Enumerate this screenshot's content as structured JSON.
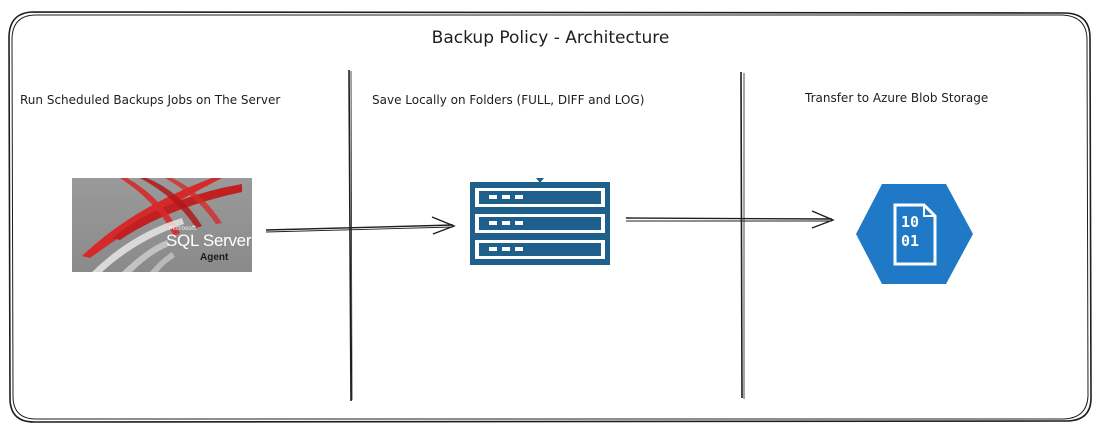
{
  "title": "Backup Policy - Architecture",
  "lanes": [
    {
      "label": "Run Scheduled Backups Jobs on The Server"
    },
    {
      "label": "Save Locally on Folders (FULL, DIFF and LOG)"
    },
    {
      "label": "Transfer to Azure Blob Storage"
    }
  ],
  "sql_agent": {
    "vendor": "Microsoft",
    "name": "SQL Server",
    "sub": "Agent"
  },
  "blob": {
    "line1": "10",
    "line2": "01"
  },
  "colors": {
    "stroke": "#1e1e1e",
    "server_blue": "#1f5f8b",
    "azure_blue": "#1f79c6",
    "sql_red": "#d62a2a",
    "sql_tile_gray": "#8e8e8e"
  },
  "icons": [
    "sql-server-agent-icon",
    "server-rack-icon",
    "azure-blob-storage-icon",
    "arrow-right-icon"
  ]
}
